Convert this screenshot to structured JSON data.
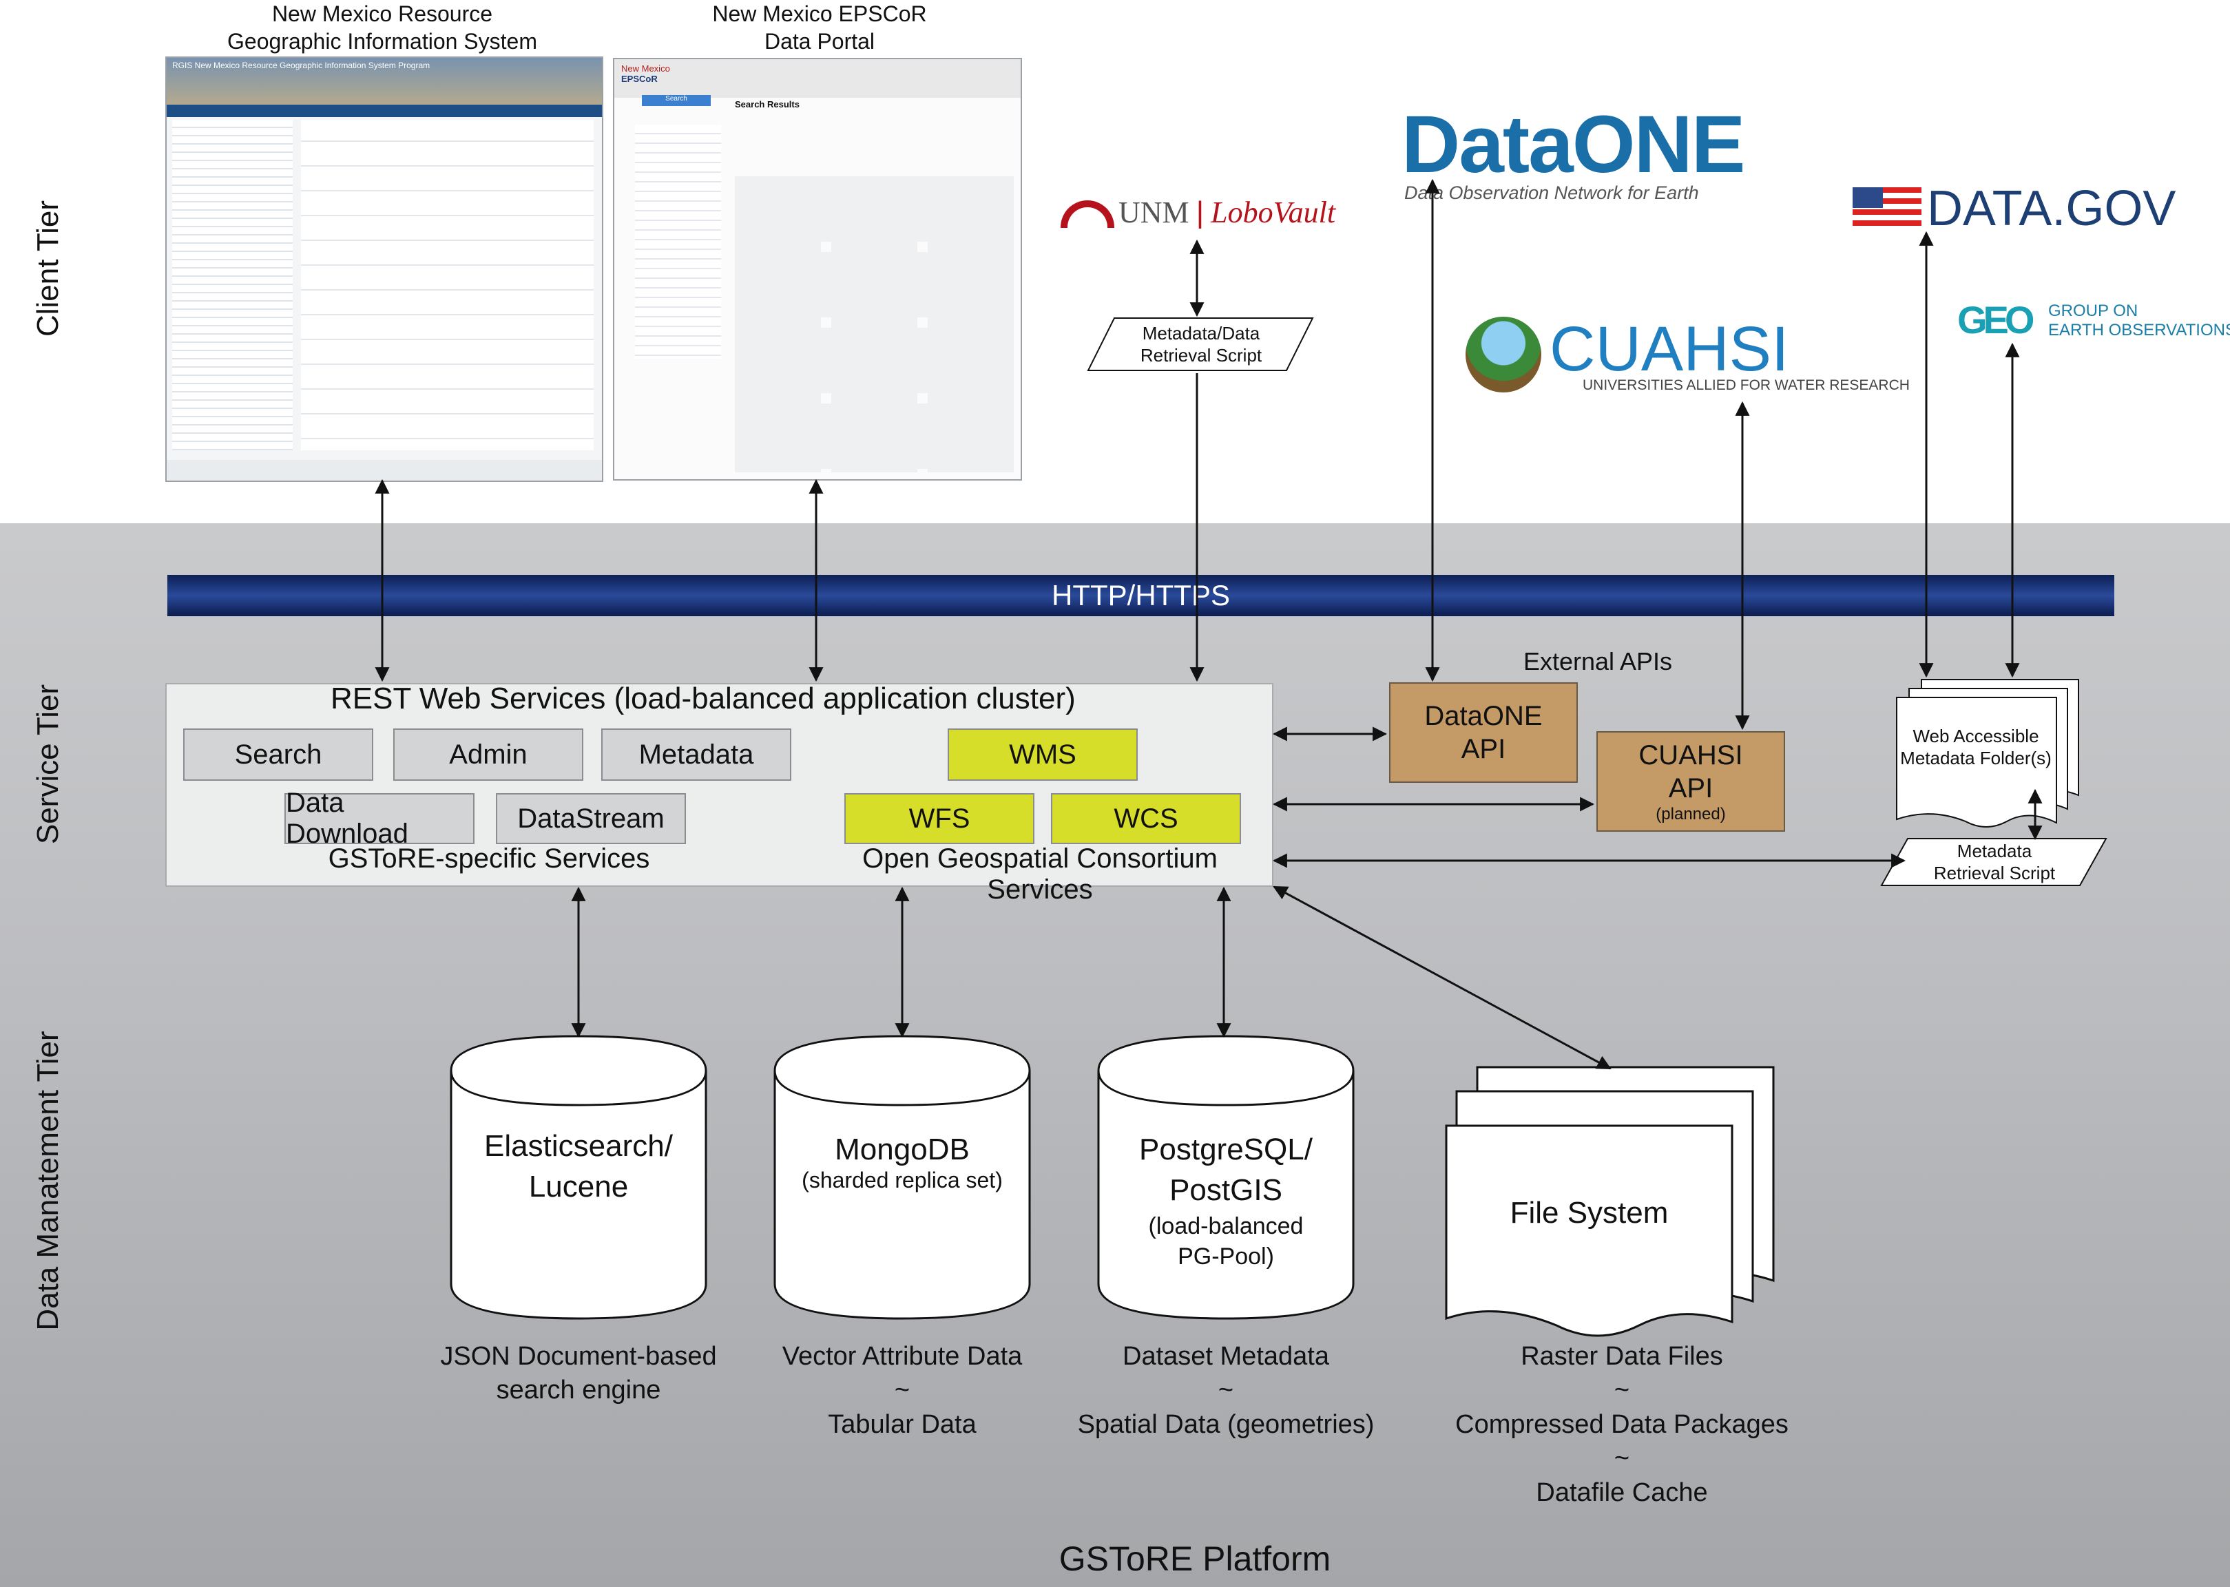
{
  "tiers": {
    "client": "Client Tier",
    "service": "Service Tier",
    "data": "Data Manatement Tier"
  },
  "clients": {
    "rgis_title_line1": "New Mexico Resource",
    "rgis_title_line2": "Geographic Information System",
    "epscor_title_line1": "New Mexico EPSCoR",
    "epscor_title_line2": "Data Portal",
    "rgis_banner": "RGIS New Mexico Resource Geographic Information System Program",
    "epscor_logo_line1": "New Mexico",
    "epscor_logo_line2": "EPSCoR",
    "epscor_search_button": "Search",
    "epscor_results_heading": "Search Results"
  },
  "external": {
    "unm": "UNM",
    "lobovault": "LoboVault",
    "dataone_logo": "DataONE",
    "dataone_tagline": "Data Observation Network for Earth",
    "cuahsi_logo": "CUAHSI",
    "cuahsi_tagline": "UNIVERSITIES ALLIED FOR WATER RESEARCH",
    "datagov": "DATA.GOV",
    "geo_line1": "GROUP ON",
    "geo_line2": "EARTH OBSERVATIONS"
  },
  "scripts": {
    "metadata_data_retrieval_line1": "Metadata/Data",
    "metadata_data_retrieval_line2": "Retrieval Script",
    "web_folder_line1": "Web Accessible",
    "web_folder_line2": "Metadata Folder(s)",
    "metadata_retrieval_line1": "Metadata",
    "metadata_retrieval_line2": "Retrieval Script"
  },
  "http_bar": "HTTP/HTTPS",
  "service_tier": {
    "rest_title": "REST Web Services (load-balanced application cluster)",
    "gstore_services": [
      "Search",
      "Admin",
      "Metadata",
      "Data Download",
      "DataStream"
    ],
    "gstore_label": "GSToRE-specific Services",
    "ogc_services": [
      "WMS",
      "WFS",
      "WCS"
    ],
    "ogc_label": "Open Geospatial Consortium Services",
    "external_apis_label": "External APIs",
    "dataone_api_line1": "DataONE",
    "dataone_api_line2": "API",
    "cuahsi_api_line1": "CUAHSI",
    "cuahsi_api_line2": "API",
    "cuahsi_api_note": "(planned)"
  },
  "data_tier": {
    "elastic_line1": "Elasticsearch/",
    "elastic_line2": "Lucene",
    "elastic_caption_line1": "JSON Document-based",
    "elastic_caption_line2": "search engine",
    "mongo_line1": "MongoDB",
    "mongo_line2": "(sharded replica set)",
    "mongo_caption_line1": "Vector Attribute Data",
    "mongo_caption_sep": "~",
    "mongo_caption_line2": "Tabular Data",
    "pg_line1": "PostgreSQL/",
    "pg_line2": "PostGIS",
    "pg_line3": "(load-balanced",
    "pg_line4": "PG-Pool)",
    "pg_caption_line1": "Dataset Metadata",
    "pg_caption_sep": "~",
    "pg_caption_line2": "Spatial Data (geometries)",
    "fs_label": "File System",
    "fs_caption_line1": "Raster Data Files",
    "fs_caption_sep1": "~",
    "fs_caption_line2": "Compressed Data Packages",
    "fs_caption_sep2": "~",
    "fs_caption_line3": "Datafile Cache"
  },
  "platform_title": "GSToRE Platform",
  "colors": {
    "http_bar": "#1b347a",
    "ogc_service": "#d6de2a",
    "external_api": "#c49a66",
    "gstore_service": "#d3d4d5",
    "unm_red": "#b5121b",
    "dataone_blue": "#1a6fa8",
    "dataone_green": "#2a9d6b",
    "cuahsi_blue": "#1f7fc1",
    "datagov_blue": "#1e3f73",
    "geo_teal": "#1aa0b5"
  }
}
